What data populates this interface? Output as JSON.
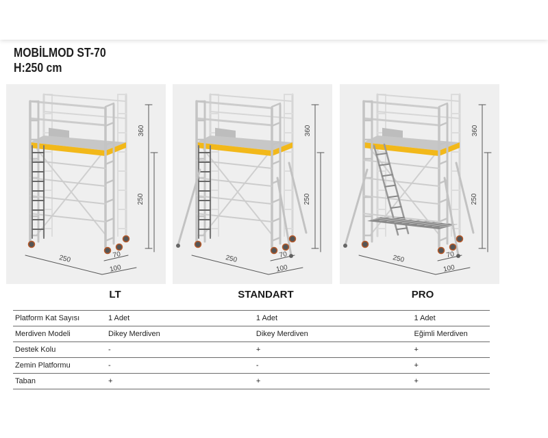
{
  "product": {
    "title_line1": "MOBİLMOD ST-70",
    "title_line2": "H:250 cm"
  },
  "colors": {
    "platform_yellow": "#f2b81a",
    "frame_grey": "#cfcfcf",
    "panel_bg": "#efefef"
  },
  "variants": [
    {
      "name": "LT",
      "dim_total_height": "360",
      "dim_platform_height": "250",
      "dim_length": "250",
      "dim_width": "70",
      "dim_base": "100",
      "has_outriggers": false,
      "ladder": "vertical",
      "ground_platform": false
    },
    {
      "name": "STANDART",
      "dim_total_height": "360",
      "dim_platform_height": "250",
      "dim_length": "250",
      "dim_width": "70",
      "dim_base": "100",
      "has_outriggers": true,
      "ladder": "vertical",
      "ground_platform": false
    },
    {
      "name": "PRO",
      "dim_total_height": "360",
      "dim_platform_height": "250",
      "dim_length": "250",
      "dim_width": "70",
      "dim_base": "100",
      "has_outriggers": true,
      "ladder": "inclined",
      "ground_platform": true
    }
  ],
  "spec_table": {
    "rows": [
      {
        "label": "Platform Kat Sayısı",
        "lt": "1 Adet",
        "standart": "1 Adet",
        "pro": "1 Adet"
      },
      {
        "label": "Merdiven Modeli",
        "lt": "Dikey Merdiven",
        "standart": "Dikey Merdiven",
        "pro": "Eğimli Merdiven"
      },
      {
        "label": "Destek Kolu",
        "lt": "-",
        "standart": "+",
        "pro": "+"
      },
      {
        "label": "Zemin Platformu",
        "lt": "-",
        "standart": "-",
        "pro": "+"
      },
      {
        "label": "Taban",
        "lt": "+",
        "standart": "+",
        "pro": "+"
      }
    ]
  }
}
